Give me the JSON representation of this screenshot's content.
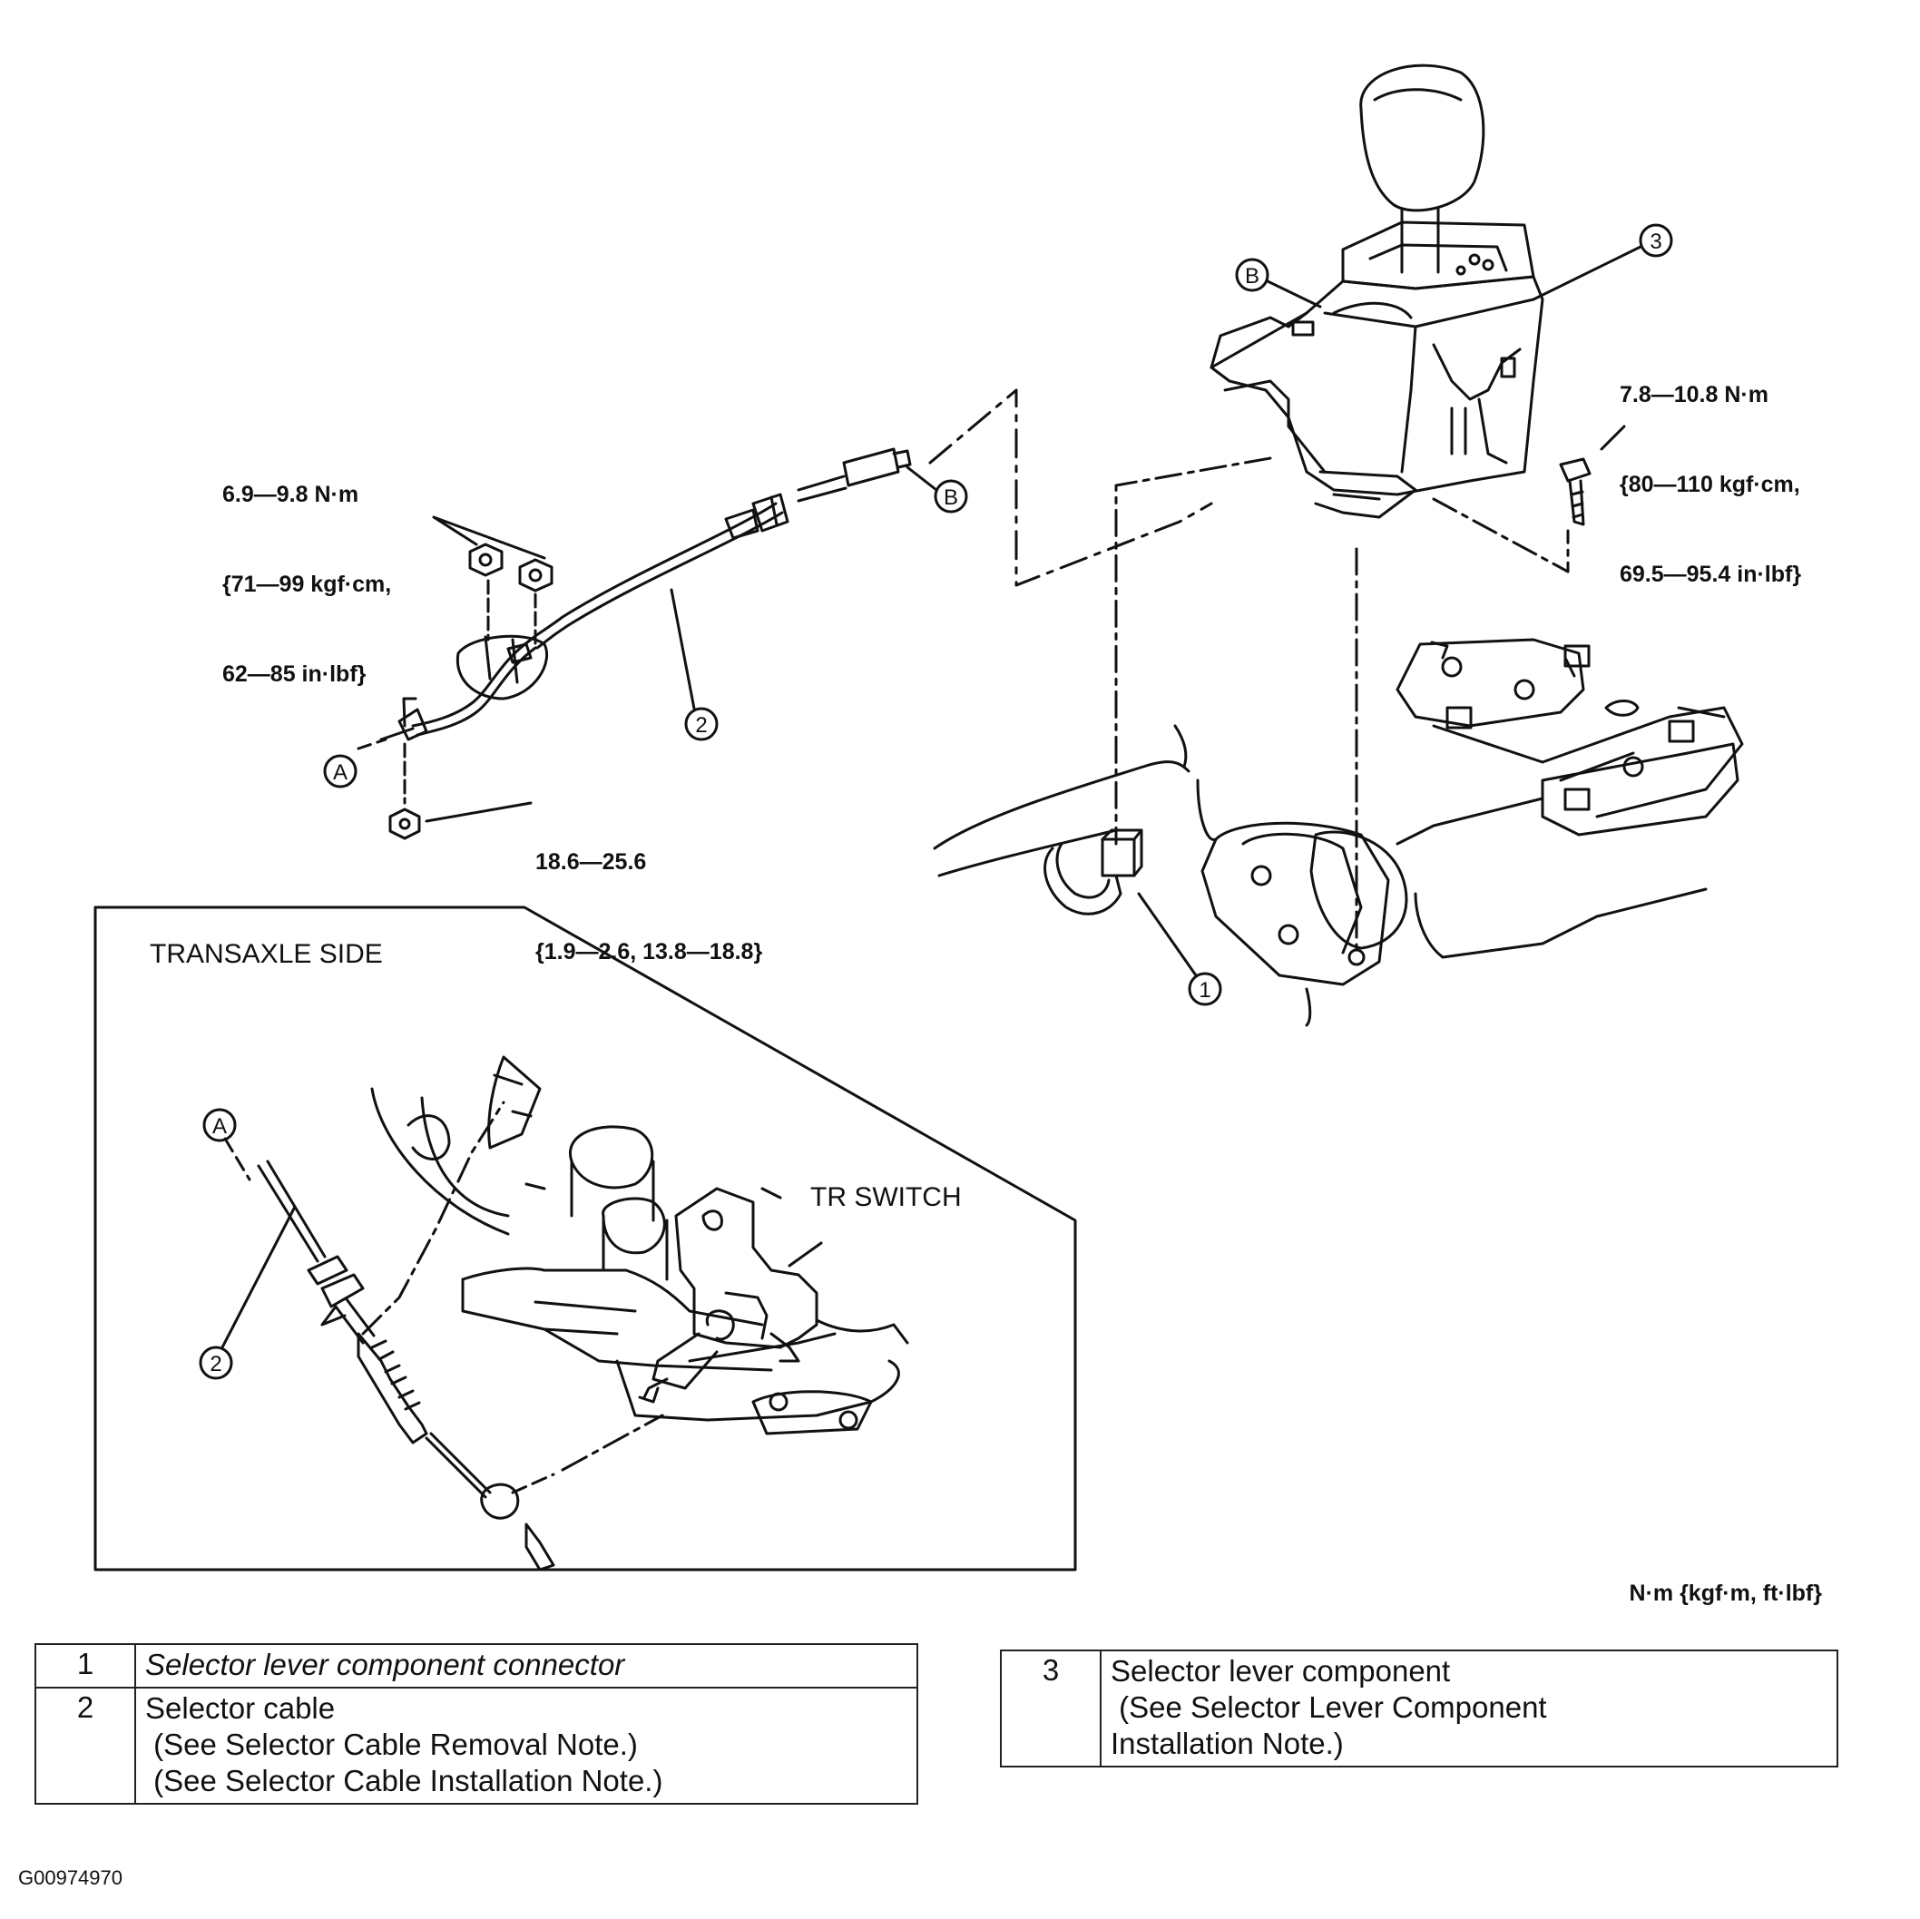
{
  "callouts": {
    "one": "1",
    "two": "2",
    "three": "3",
    "a": "A",
    "b": "B"
  },
  "torque_specs": {
    "cable_bracket_nuts": [
      "6.9—9.8 N·m",
      "{71—99 kgf·cm,",
      "62—85 in·lbf}"
    ],
    "cable_clamp_nut": [
      "18.6—25.6",
      "{1.9—2.6, 13.8—18.8}"
    ],
    "lever_bolt": [
      "7.8—10.8 N·m",
      "{80—110 kgf·cm,",
      "69.5—95.4 in·lbf}"
    ]
  },
  "inset": {
    "title": "TRANSAXLE SIDE",
    "tr_switch_label": "TR SWITCH"
  },
  "units_note": "N·m {kgf·m, ft·lbf}",
  "legend_left": [
    {
      "num": "1",
      "lines": [
        "Selector lever component connector"
      ]
    },
    {
      "num": "2",
      "lines": [
        "Selector cable",
        " (See Selector Cable Removal Note.)",
        " (See Selector Cable Installation Note.)"
      ]
    }
  ],
  "legend_right": [
    {
      "num": "3",
      "lines": [
        "Selector lever component",
        " (See Selector Lever Component",
        "Installation Note.)"
      ]
    }
  ],
  "figure_id": "G00974970"
}
